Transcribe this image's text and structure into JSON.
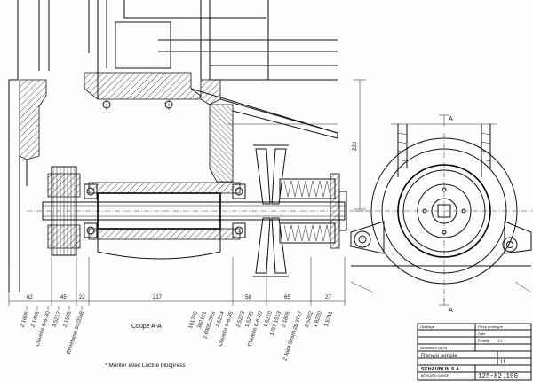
{
  "drawing": {
    "section_label": "Coupe A-A",
    "note": "* Monter avec Loctite blocpress",
    "section_marks": [
      "A",
      "A"
    ],
    "height_dim": "220"
  },
  "dimensions_bottom": [
    "62",
    "45",
    "22",
    "217",
    "58",
    "65",
    "27"
  ],
  "part_labels_left": [
    "2.1605",
    "2.1405",
    "Clavette 6-6-30",
    "3.5217",
    "2.1505",
    "Entretoise 30/20x8"
  ],
  "part_labels_right": [
    "161706",
    "382101",
    "2.6305-2RS",
    "2.5214",
    "Clavette 6-6-35",
    "2.5223",
    "1.5235",
    "Clavette 6-6-20",
    "1.5210",
    "1757 1513",
    "2.1805",
    "2 Joint Simrit-28.37x7",
    "2.5202",
    "1.8220",
    "1.5211"
  ],
  "title_block": {
    "header_left": "Outillage",
    "header_right": "Pièce prototype",
    "date_label": "Date",
    "scale_label": "Échelle",
    "scale_value": "1:1",
    "material": "Aluminium 18.05",
    "title": "Renvoi simple",
    "sheet": "11",
    "company": "SCHAUBLIN S.A.",
    "company_sub": "BÉVILARD SUISSE",
    "drawing_no": "125-82.100"
  }
}
